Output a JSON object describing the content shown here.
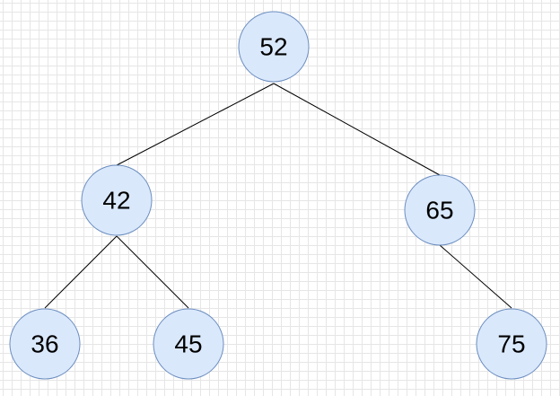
{
  "colors": {
    "node_fill": "#dae8fc",
    "node_stroke": "#6c8ebf",
    "edge": "#000000",
    "grid": "#e6e6e6"
  },
  "nodes": [
    {
      "id": "n52",
      "label": "52"
    },
    {
      "id": "n42",
      "label": "42"
    },
    {
      "id": "n65",
      "label": "65"
    },
    {
      "id": "n36",
      "label": "36"
    },
    {
      "id": "n45",
      "label": "45"
    },
    {
      "id": "n75",
      "label": "75"
    }
  ],
  "edges": [
    {
      "from": "n52",
      "to": "n42"
    },
    {
      "from": "n52",
      "to": "n65"
    },
    {
      "from": "n42",
      "to": "n36"
    },
    {
      "from": "n42",
      "to": "n45"
    },
    {
      "from": "n65",
      "to": "n75"
    }
  ]
}
